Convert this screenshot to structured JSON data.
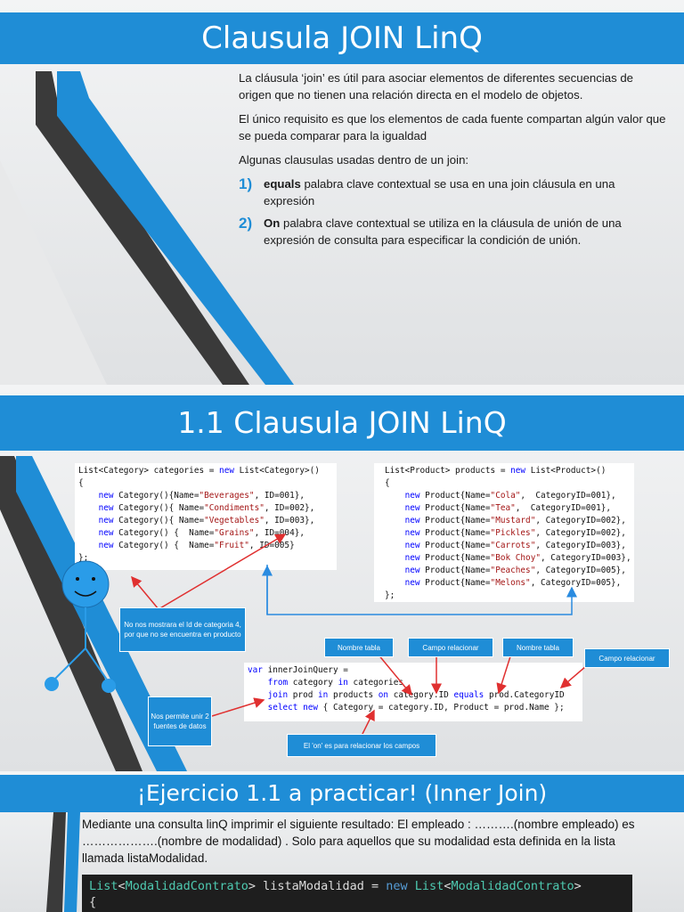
{
  "slide1": {
    "title": "Clausula JOIN LinQ",
    "para1": "La cláusula ‘join’ es útil para asociar elementos de diferentes secuencias de origen que no tienen una relación directa en el modelo de objetos.",
    "para2": "El único requisito es que los elementos de cada fuente compartan algún valor que se pueda comparar para la igualdad",
    "para3": "Algunas clausulas usadas dentro de un join:",
    "items": [
      {
        "num": "1)",
        "bold": "equals",
        "text": " palabra clave contextual se usa en una join cláusula en una expresión"
      },
      {
        "num": "2)",
        "bold": "On",
        "text": " palabra clave contextual se utiliza en la cláusula de unión de una expresión de consulta para especificar la condición de unión."
      }
    ]
  },
  "slide2": {
    "title": "1.1 Clausula JOIN LinQ",
    "callouts": {
      "no_id4": "No nos mostrara el Id de categoria 4, por que no se encuentra en producto",
      "nombre_tabla_1": "Nombre tabla",
      "campo_rel_1": "Campo relacionar",
      "nombre_tabla_2": "Nombre tabla",
      "campo_rel_2": "Campo relacionar",
      "unir": "Nos permite unir 2 fuentes de datos",
      "on": "El 'on' es para relacionar los campos"
    }
  },
  "slide3": {
    "title": "¡Ejercicio 1.1  a practicar! (Inner Join)",
    "text": "Mediante una consulta linQ  imprimir el siguiente resultado: El empleado : ……….(nombre empleado)  es ……………….(nombre de modalidad) . Solo para aquellos que su modalidad esta definida en la lista llamada listaModalidad."
  }
}
